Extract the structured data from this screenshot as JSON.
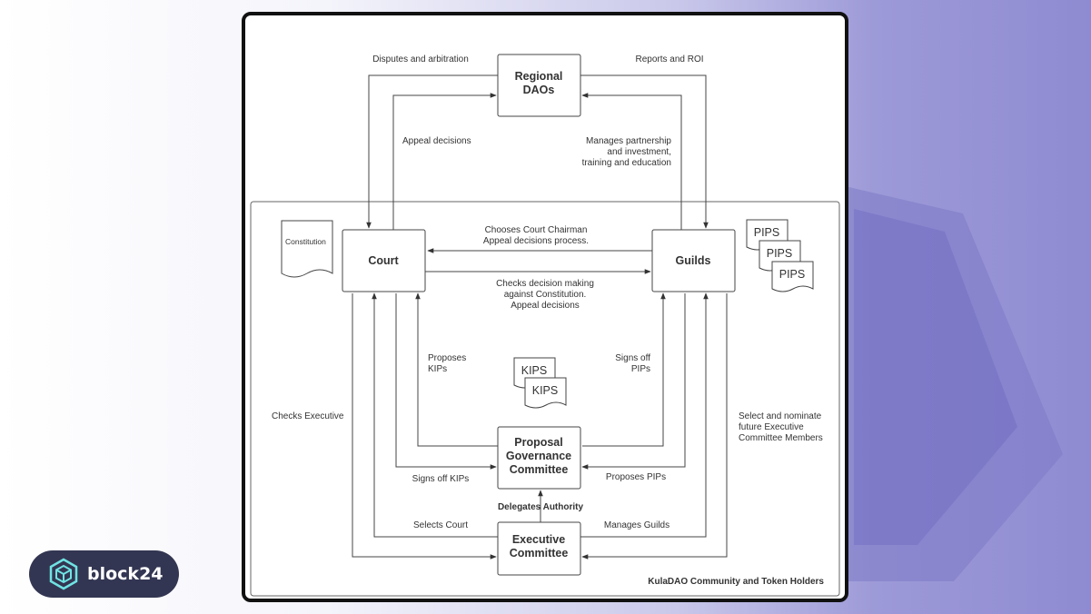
{
  "colors": {
    "accent": "#5b56c9",
    "badge_bg": "#333652",
    "badge_icon": "#6fe3e3",
    "frame": "#111111"
  },
  "diagram": {
    "nodes": {
      "regional": [
        "Regional",
        "DAOs"
      ],
      "court": "Court",
      "guilds": "Guilds",
      "pgc": [
        "Proposal",
        "Governance",
        "Committee"
      ],
      "exec": [
        "Executive",
        "Committee"
      ]
    },
    "docs": {
      "constitution": "Constitution",
      "pips": [
        "PIPS",
        "PIPS",
        "PIPS"
      ],
      "kips": [
        "KIPS",
        "KIPS"
      ]
    },
    "edges": {
      "disputes": "Disputes and arbitration",
      "reports": "Reports and ROI",
      "appeal_decisions": "Appeal decisions",
      "manages_partnership": [
        "Manages partnership",
        "and investment,",
        "training and education"
      ],
      "chooses_chairman": [
        "Chooses Court Chairman",
        "Appeal decisions process."
      ],
      "checks_decision": [
        "Checks decision making",
        "against Constitution.",
        "Appeal decisions"
      ],
      "proposes_kips": [
        "Proposes",
        "KIPs"
      ],
      "signs_off_pips": [
        "Signs off",
        "PIPs"
      ],
      "checks_executive": "Checks Executive",
      "select_nominate": [
        "Select and nominate",
        "future Executive",
        "Committee Members"
      ],
      "signs_off_kips": "Signs off KIPs",
      "proposes_pips": "Proposes PIPs",
      "delegates": "Delegates Authority",
      "selects_court": "Selects Court",
      "manages_guilds": "Manages Guilds"
    },
    "community_label": "KulaDAO Community and Token Holders"
  },
  "brand": {
    "name": "block24",
    "icon": "hexagon-cube-icon"
  }
}
